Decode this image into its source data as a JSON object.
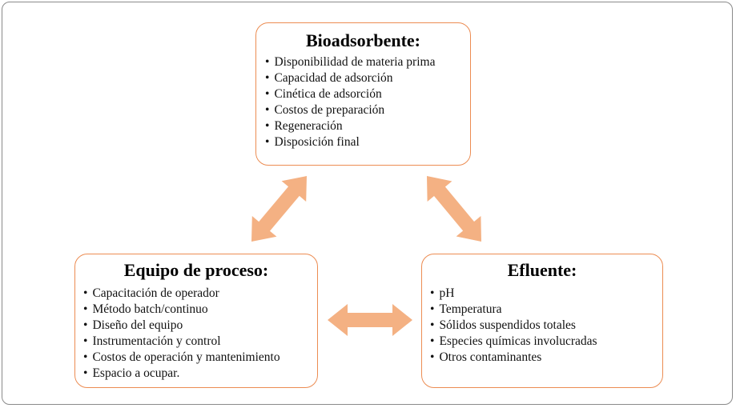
{
  "colors": {
    "box_border": "#ec8c52",
    "arrow_fill": "#f4b183"
  },
  "nodes": {
    "bioadsorbente": {
      "title": "Bioadsorbente:",
      "items": [
        "Disponibilidad de materia prima",
        "Capacidad de adsorción",
        "Cinética de adsorción",
        "Costos de preparación",
        "Regeneración",
        "Disposición final"
      ]
    },
    "equipo": {
      "title": "Equipo de proceso:",
      "items": [
        "Capacitación de operador",
        "Método batch/continuo",
        "Diseño del equipo",
        "Instrumentación y control",
        "Costos de operación y mantenimiento",
        "Espacio a ocupar."
      ]
    },
    "efluente": {
      "title": "Efluente:",
      "items": [
        "pH",
        "Temperatura",
        "Sólidos suspendidos totales",
        "Especies químicas involucradas",
        "Otros contaminantes"
      ]
    }
  },
  "edges": [
    {
      "from": "bioadsorbente",
      "to": "equipo",
      "style": "double-arrow"
    },
    {
      "from": "bioadsorbente",
      "to": "efluente",
      "style": "double-arrow"
    },
    {
      "from": "equipo",
      "to": "efluente",
      "style": "double-arrow"
    }
  ]
}
